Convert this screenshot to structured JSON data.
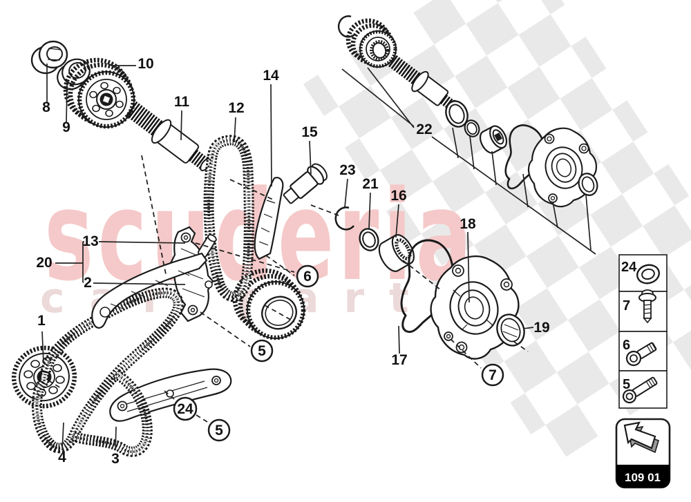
{
  "watermark": {
    "line1": "scuderia",
    "line2a": "car",
    "line2b": "parts"
  },
  "code_box": {
    "label": "109 01",
    "icon": "direction-arrow-icon"
  },
  "callouts": {
    "n1": "1",
    "n2": "2",
    "n3": "3",
    "n4": "4",
    "n8": "8",
    "n9": "9",
    "n10": "10",
    "n11": "11",
    "n12": "12",
    "n13": "13",
    "n14": "14",
    "n15": "15",
    "n16": "16",
    "n17": "17",
    "n18": "18",
    "n19": "19",
    "n20": "20",
    "n21": "21",
    "n22": "22",
    "n23": "23"
  },
  "circled": {
    "c6": "6",
    "c5a": "5",
    "c24": "24",
    "c5b": "5",
    "c7": "7"
  },
  "legend": {
    "items": [
      {
        "num": "24",
        "icon": "washer-icon"
      },
      {
        "num": "7",
        "icon": "flanged-bolt-icon"
      },
      {
        "num": "6",
        "icon": "socket-head-bolt-icon"
      },
      {
        "num": "5",
        "icon": "socket-head-bolt-long-icon"
      }
    ]
  },
  "colors": {
    "ink": "#1b1b1b",
    "watermark_main": "#f5c9c9",
    "watermark_sub": "#ecd9d9",
    "checker": "#e9e9e9",
    "code_band": "#000000"
  }
}
